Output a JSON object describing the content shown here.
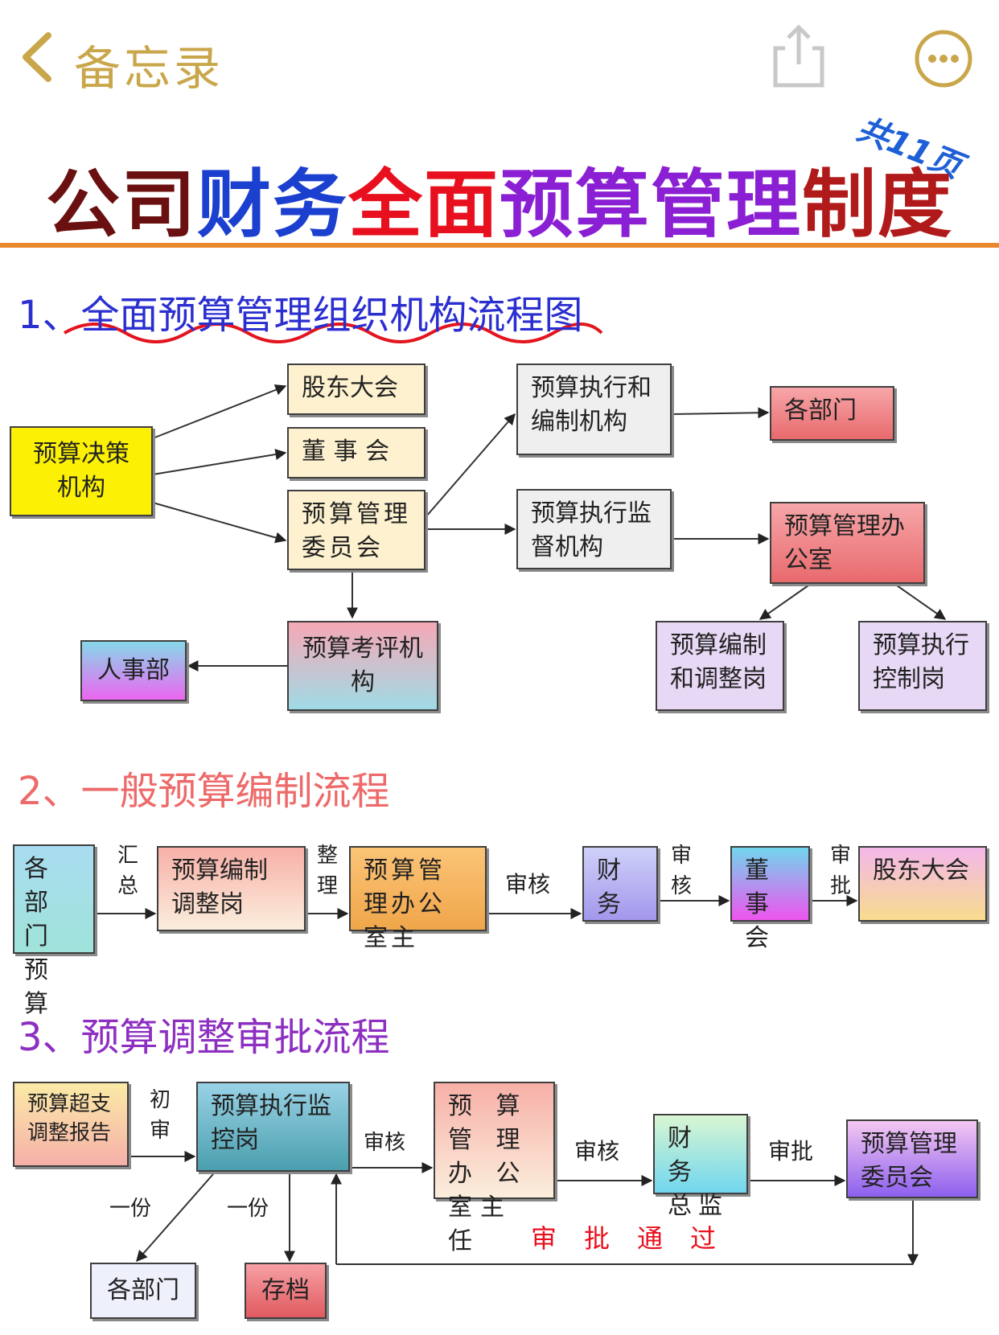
{
  "nav": {
    "back_label": "备忘录",
    "back_icon": "chevron-left-icon",
    "share_icon": "share-icon",
    "more_icon": "more-icon",
    "accent": "#c9a64a"
  },
  "header": {
    "page_count": "共11页",
    "title_parts": [
      "公司",
      "财务",
      "全面",
      "预算管理",
      "制度"
    ]
  },
  "section1": {
    "title": "1、全面预算管理组织机构流程图",
    "nodes": {
      "decision": "预算决策机构",
      "shareholders": "股东大会",
      "board": "董 事 会",
      "committee": "预算管理委员会",
      "exec_compile": "预算执行和编制机构",
      "departments": "各部门",
      "exec_supervise": "预算执行监督机构",
      "office": "预算管理办公室",
      "evaluation": "预算考评机构",
      "hr": "人事部",
      "compile_post": "预算编制和调整岗",
      "control_post": "预算执行控制岗"
    }
  },
  "section2": {
    "title": "2、一般预算编制流程",
    "nodes": [
      "各 部 门 预 算",
      "预算编制调整岗",
      "预算管理办公室主",
      "财 务",
      "董 事 会",
      "股东大会"
    ],
    "edge_labels": [
      "汇总",
      "整理",
      "审核",
      "审核",
      "审批"
    ]
  },
  "section3": {
    "title": "3、预算调整审批流程",
    "nodes": {
      "report": "预算超支调整报告",
      "control_post": "预算执行监控岗",
      "office_head": "预 算 管 理 办 公 室主任",
      "cfo": "财 务 总监",
      "committee": "预算管理委员会",
      "departments": "各部门",
      "archive": "存档"
    },
    "edge_labels": {
      "first_review": "初审",
      "review1": "审核",
      "review2": "审核",
      "approve": "审批",
      "copy1": "一份",
      "copy2": "一份",
      "passed": "审批通过"
    }
  }
}
